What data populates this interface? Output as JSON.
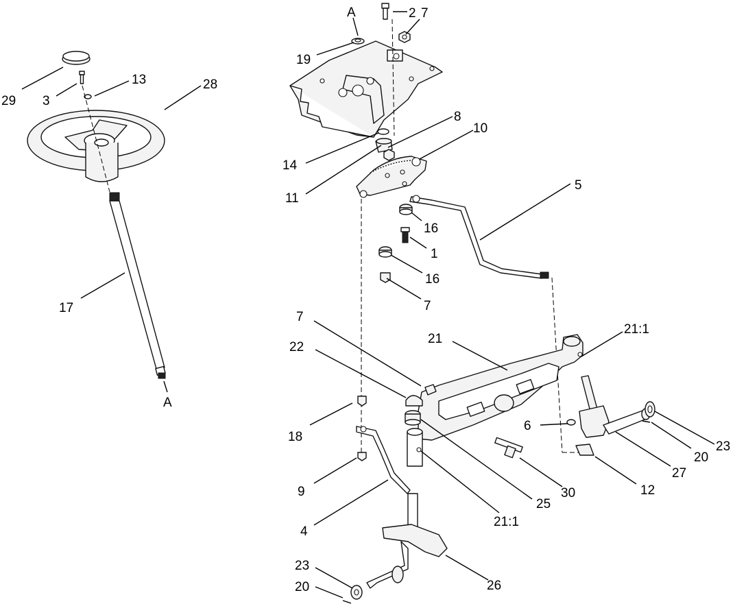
{
  "callouts": {
    "c_a_top": "A",
    "c_2": "2",
    "c_7_top": "7",
    "c_19": "19",
    "c_29": "29",
    "c_3": "3",
    "c_13": "13",
    "c_28": "28",
    "c_8": "8",
    "c_10": "10",
    "c_14": "14",
    "c_11": "11",
    "c_5": "5",
    "c_16_a": "16",
    "c_1": "1",
    "c_16_b": "16",
    "c_7_mid": "7",
    "c_17": "17",
    "c_a_bottom": "A",
    "c_7_low": "7",
    "c_21": "21",
    "c_21_1_right": "21:1",
    "c_22": "22",
    "c_18": "18",
    "c_6": "6",
    "c_23_right": "23",
    "c_20_right": "20",
    "c_27": "27",
    "c_9": "9",
    "c_30": "30",
    "c_12": "12",
    "c_25": "25",
    "c_21_1_left": "21:1",
    "c_4": "4",
    "c_23_left": "23",
    "c_20_left": "20",
    "c_26": "26"
  }
}
